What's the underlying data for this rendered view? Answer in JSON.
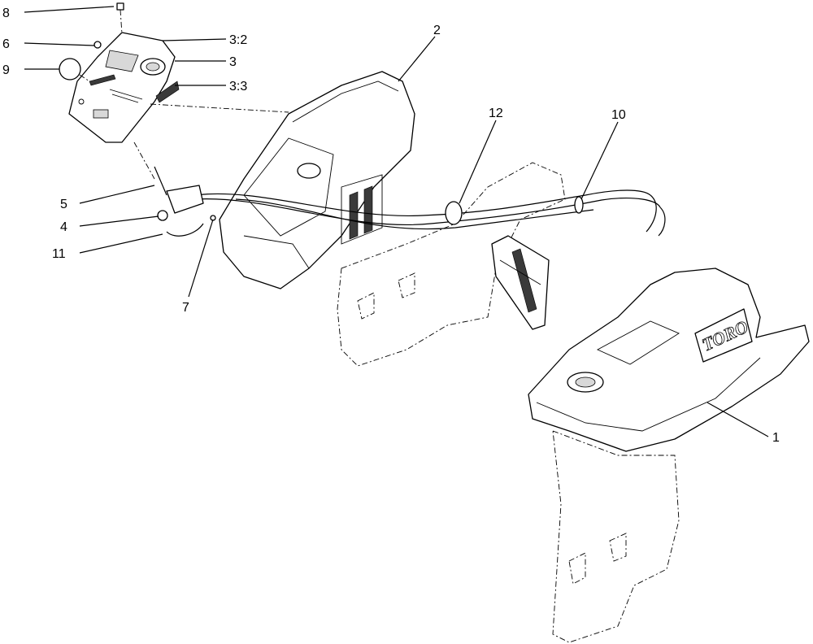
{
  "callouts": [
    {
      "id": "8",
      "label": "8"
    },
    {
      "id": "6",
      "label": "6"
    },
    {
      "id": "9",
      "label": "9"
    },
    {
      "id": "3_2",
      "label": "3:2"
    },
    {
      "id": "3",
      "label": "3"
    },
    {
      "id": "3_3",
      "label": "3:3"
    },
    {
      "id": "2",
      "label": "2"
    },
    {
      "id": "12",
      "label": "12"
    },
    {
      "id": "10",
      "label": "10"
    },
    {
      "id": "5",
      "label": "5"
    },
    {
      "id": "4",
      "label": "4"
    },
    {
      "id": "11",
      "label": "11"
    },
    {
      "id": "7",
      "label": "7"
    },
    {
      "id": "1",
      "label": "1"
    }
  ],
  "logo_text": "TORO"
}
